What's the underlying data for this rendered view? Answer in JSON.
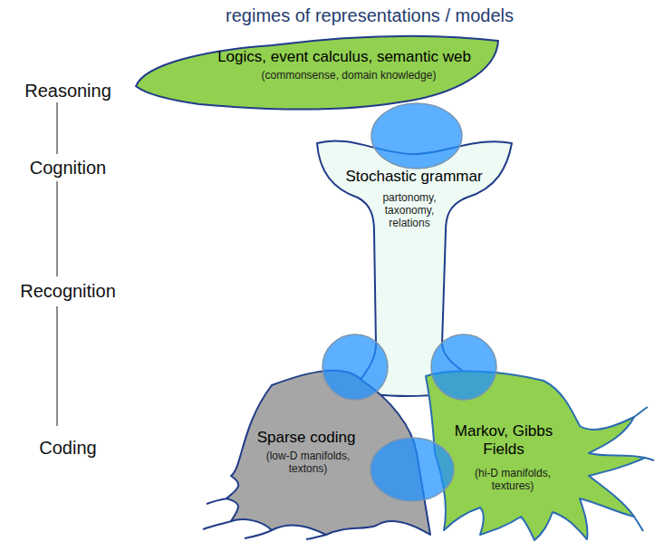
{
  "diagram": {
    "title": "regimes of representations / models",
    "nodes": [
      {
        "text": [
          "Logics, event calculus, semantic web",
          "(commonsense, domain knowledge)"
        ]
      },
      {
        "text": [
          "Stochastic grammar",
          "partonomy, taxonomy, relations"
        ]
      },
      {
        "text": [
          "Sparse coding",
          "(low-D manifolds, textons)"
        ]
      },
      {
        "text": [
          "Markov, Gibbs Fields",
          "(hi-D manifolds, textures)"
        ]
      }
    ],
    "labels": [
      "Reasoning",
      "Cognition",
      "Recognition",
      "Coding"
    ]
  }
}
